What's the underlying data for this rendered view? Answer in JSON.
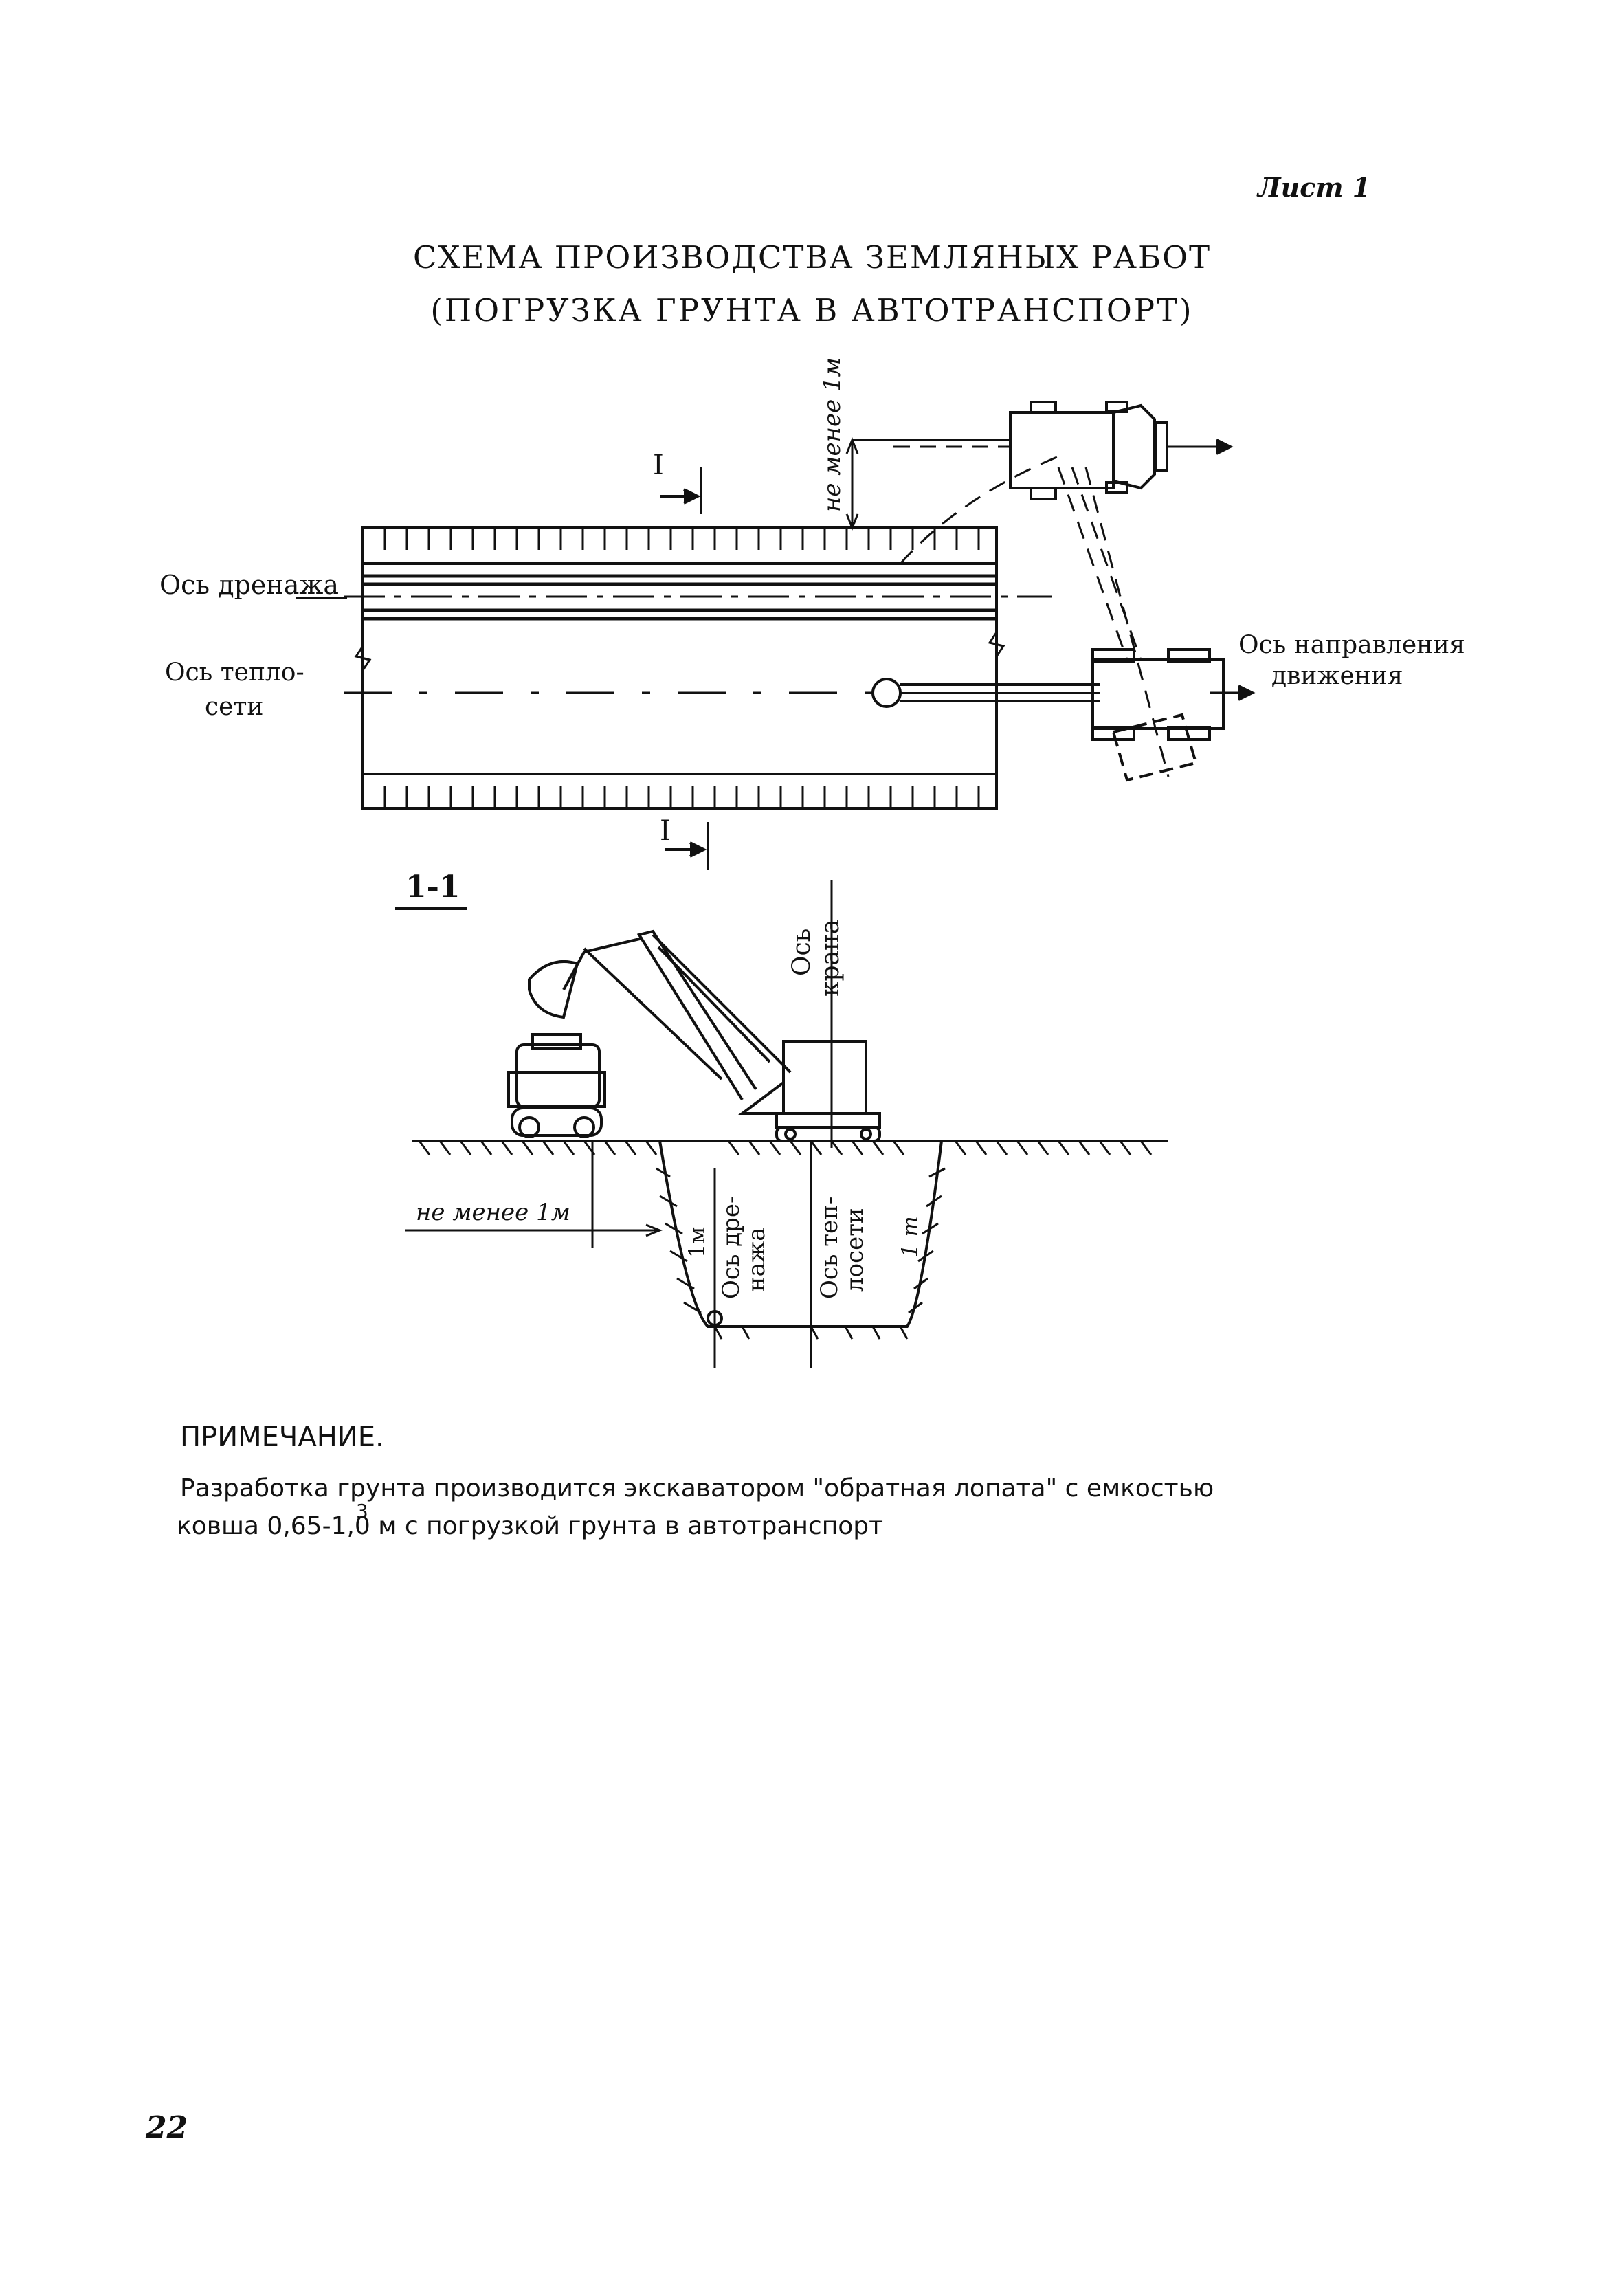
{
  "sheet_label": "Лист 1",
  "title_line1": "СХЕМА ПРОИЗВОДСТВА ЗЕМЛЯНЫХ РАБОТ",
  "title_line2": "(ПОГРУЗКА ГРУНТА В АВТОТРАНСПОРТ)",
  "plan": {
    "section_mark": "I",
    "label_drainage_axis": "Ось дренажа",
    "label_heat_axis_1": "Ось тепло-",
    "label_heat_axis_2": "сети",
    "label_direction_1": "Ось направления",
    "label_direction_2": "движения",
    "dim_min_top": "не менее 1м"
  },
  "section": {
    "title": "1-1",
    "label_crane_axis_1": "Ось",
    "label_crane_axis_2": "крана",
    "dim_min_left": "не менее 1м",
    "dim_left_slope": "1м",
    "label_drain_1": "Ось дре-",
    "label_drain_2": "нажа",
    "label_heat_1": "Ось теп-",
    "label_heat_2": "лосети",
    "dim_right_slope": "1 m"
  },
  "note": {
    "heading": "ПРИМЕЧАНИЕ.",
    "line1": "Разработка грунта производится экскаватором \"обратная лопата\" с емкостью",
    "line2": "ковша 0,65-1,0 м  с погрузкой грунта в автотранспорт",
    "superscript": "3"
  },
  "page_number": "22"
}
